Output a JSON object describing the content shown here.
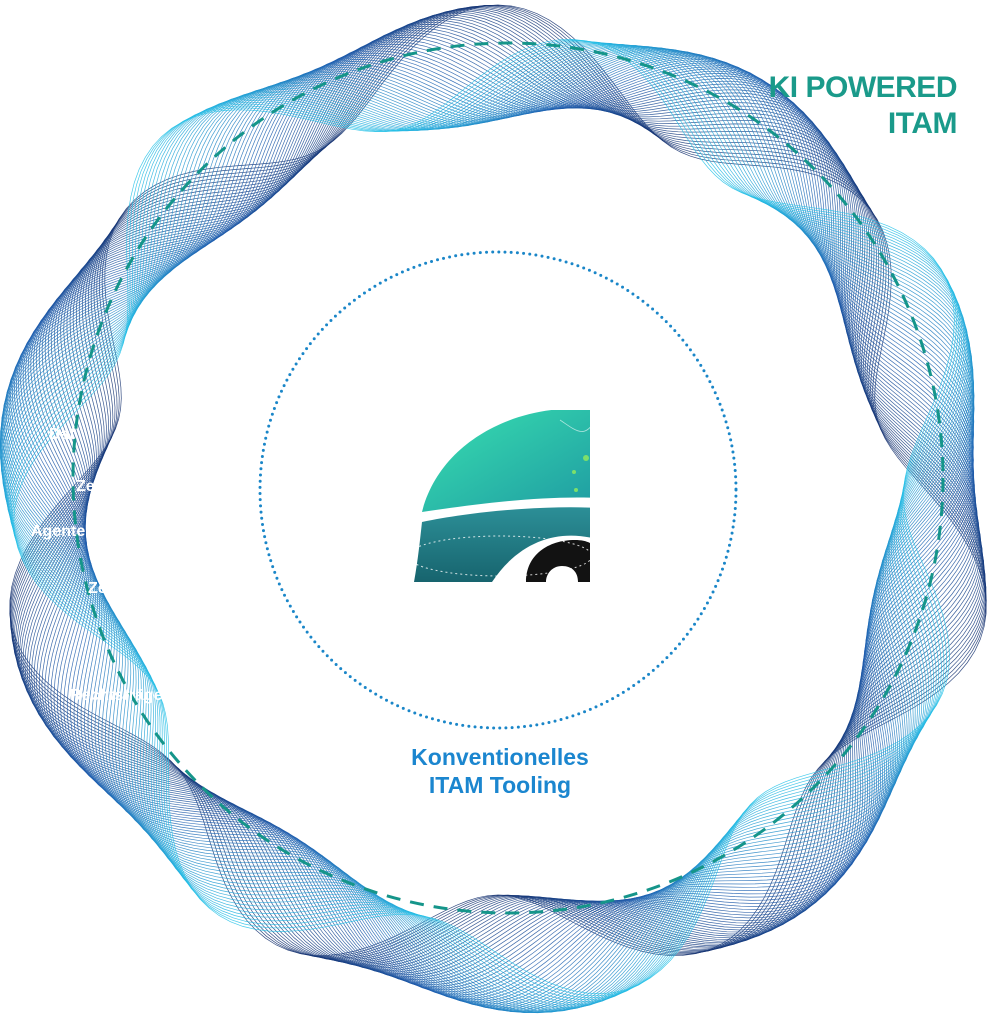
{
  "outer_label": {
    "lines": [
      "KI POWERED",
      "ITAM"
    ],
    "color": "#1a9a8a"
  },
  "inner_label": {
    "lines": [
      "Konventionelles",
      "ITAM Tooling"
    ],
    "color": "#1b86cf"
  },
  "faint_labels": [
    "Dat",
    "Zen",
    "Agenten",
    "Zeit",
    "Rechtsträger"
  ],
  "colors": {
    "ribbon_dark": "#14306e",
    "ribbon_mid": "#1f5fb0",
    "ribbon_light": "#25c2e8",
    "dashed_ring": "#15958a",
    "dotted_ring": "#1a86c8",
    "logo_top": "#2fd6a6",
    "logo_mid": "#2a9a9f",
    "logo_dark": "#121212"
  }
}
